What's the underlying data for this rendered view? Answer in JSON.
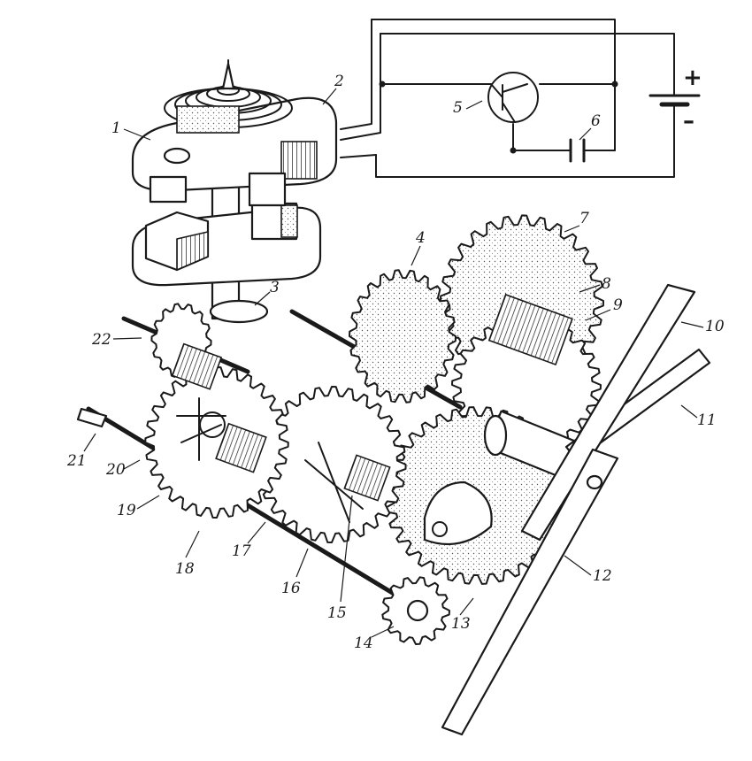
{
  "labels": [
    {
      "id": "1",
      "text": "1"
    },
    {
      "id": "2",
      "text": "2"
    },
    {
      "id": "3",
      "text": "3"
    },
    {
      "id": "4",
      "text": "4"
    },
    {
      "id": "5",
      "text": "5"
    },
    {
      "id": "6",
      "text": "6"
    },
    {
      "id": "7",
      "text": "7"
    },
    {
      "id": "8",
      "text": "8"
    },
    {
      "id": "9",
      "text": "9"
    },
    {
      "id": "10",
      "text": "10"
    },
    {
      "id": "11",
      "text": "11"
    },
    {
      "id": "12",
      "text": "12"
    },
    {
      "id": "13",
      "text": "13"
    },
    {
      "id": "14",
      "text": "14"
    },
    {
      "id": "15",
      "text": "15"
    },
    {
      "id": "16",
      "text": "16"
    },
    {
      "id": "17",
      "text": "17"
    },
    {
      "id": "18",
      "text": "18"
    },
    {
      "id": "19",
      "text": "19"
    },
    {
      "id": "20",
      "text": "20"
    },
    {
      "id": "21",
      "text": "21"
    },
    {
      "id": "22",
      "text": "22"
    }
  ],
  "battery": {
    "plus": "+",
    "minus": "–"
  }
}
